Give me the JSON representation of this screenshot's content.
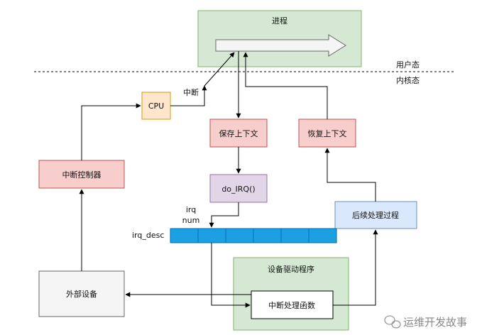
{
  "nodes": {
    "process": {
      "label": "进程"
    },
    "cpu": {
      "label": "CPU"
    },
    "save_context": {
      "label": "保存上下文"
    },
    "restore_context": {
      "label": "恢复上下文"
    },
    "do_irq": {
      "label": "do_IRQ()"
    },
    "interrupt_controller": {
      "label": "中断控制器"
    },
    "post_processing": {
      "label": "后续处理过程"
    },
    "device_driver": {
      "label": "设备驱动程序"
    },
    "interrupt_handler": {
      "label": "中断处理函数"
    },
    "external_device": {
      "label": "外部设备"
    }
  },
  "labels": {
    "user_mode": "用户态",
    "kernel_mode": "内核态",
    "interrupt": "中断",
    "irq": "irq",
    "num": "num",
    "irq_desc": "irq_desc"
  },
  "irq_desc_cells": 6,
  "watermark": "运维开发故事",
  "colors": {
    "green_fill": "#d5e8d4",
    "green_stroke": "#82b366",
    "red_fill": "#f8cecc",
    "red_stroke": "#b85450",
    "orange_fill": "#ffe6cc",
    "orange_stroke": "#d79b00",
    "purple_fill": "#e1d5e7",
    "purple_stroke": "#9673a6",
    "blue_fill": "#dae8fc",
    "blue_stroke": "#6c8ebf",
    "gray_fill": "#f5f5f5",
    "gray_stroke": "#666666",
    "array_fill": "#1ba1e2",
    "array_stroke": "#006eaf"
  }
}
